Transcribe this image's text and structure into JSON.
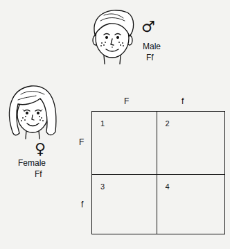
{
  "diagram": {
    "nodes": [
      {
        "text": [
          "1"
        ]
      },
      {
        "text": [
          "2"
        ]
      },
      {
        "text": [
          "3"
        ]
      },
      {
        "text": [
          "4"
        ]
      }
    ],
    "labels": [
      "♂",
      "Male",
      "Ff",
      "♀",
      "Female",
      "Ff",
      "F",
      "f",
      "F",
      "f"
    ]
  }
}
